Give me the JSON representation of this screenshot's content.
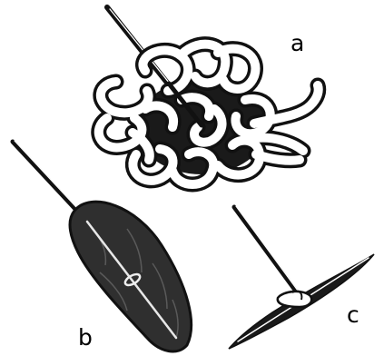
{
  "labels": {
    "a": "a",
    "b": "b",
    "c": "c"
  },
  "colors": {
    "ink": "#111111",
    "highlight": "#ffffff",
    "leaf": "#2f2f2f",
    "background": "#ffffff"
  }
}
